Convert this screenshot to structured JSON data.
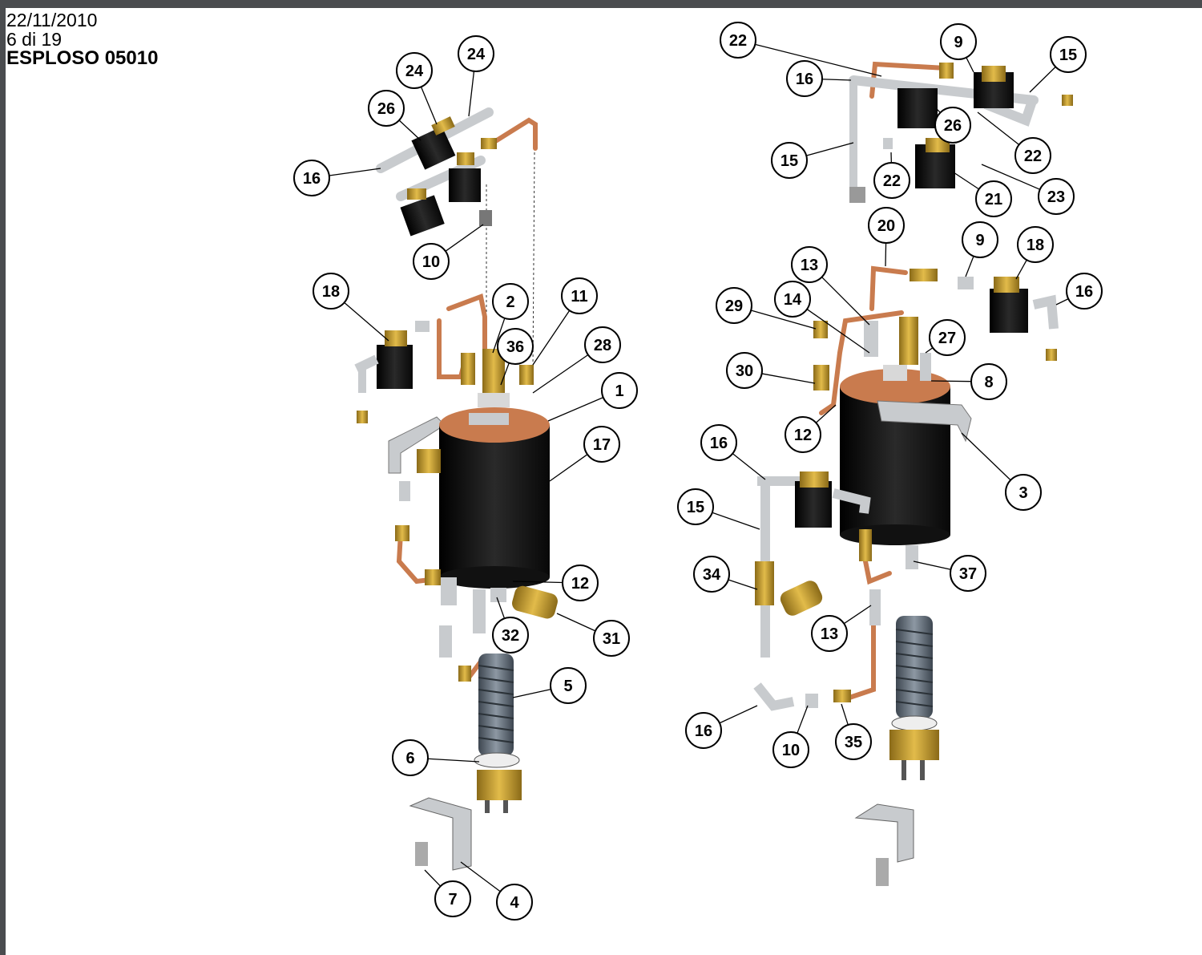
{
  "header": {
    "date": "22/11/2010",
    "page": "6 di 19",
    "title": "ESPLOSO 05010"
  },
  "callouts": [
    "24",
    "24",
    "26",
    "16",
    "10",
    "18",
    "2",
    "11",
    "36",
    "28",
    "1",
    "17",
    "12",
    "32",
    "31",
    "5",
    "6",
    "7",
    "4",
    "22",
    "9",
    "15",
    "16",
    "26",
    "22",
    "15",
    "22",
    "21",
    "23",
    "20",
    "9",
    "18",
    "13",
    "16",
    "29",
    "14",
    "27",
    "30",
    "8",
    "12",
    "16",
    "3",
    "15",
    "34",
    "37",
    "13",
    "16",
    "10",
    "35"
  ],
  "colors": {
    "copper": "#c97b4e",
    "brass": "#c9a23a",
    "body": "#161616",
    "steel": "#b9bcbf",
    "frame": "#4a4c4f"
  }
}
